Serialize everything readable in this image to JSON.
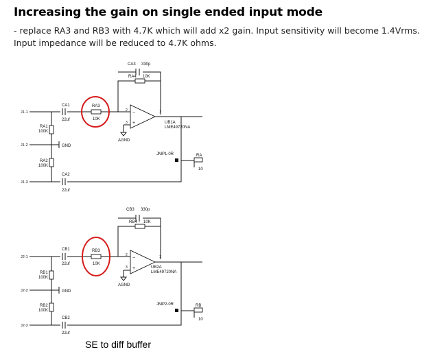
{
  "heading": "Increasing the gain on single ended input mode",
  "paragraph": {
    "line1": "- replace RA3 and RB3 with 4.7K which will add x2 gain. Input sensitivity will become 1.4Vrms.",
    "line2": "Input impedance  will be reduced to 4.7K ohms."
  },
  "schematic_a": {
    "ca3": "CA3",
    "ca3_val": "330p",
    "ra4": "RA4",
    "ra4_val": "10K",
    "ca1": "CA1",
    "ca1_val": "22uf",
    "ra3": "RA3",
    "ra3_val": "10K",
    "ub1a": "UB1A",
    "ub1a_part": "LME49720NA",
    "pin_minus": "2",
    "pin_plus": "3",
    "pin_out": "1",
    "agnd": "AGND",
    "j1_1": "J1-1",
    "j1_2": "J1-2",
    "j1_3": "J1-3",
    "ra1": "RA1",
    "ra1_val": "100K",
    "gnd": "GND",
    "ra2": "RA2",
    "ra2_val": "100K",
    "ca2": "CA2",
    "ca2_val": "22uf",
    "jmp": "JMP1-0R",
    "edge_ref": "RA",
    "edge_val": "10"
  },
  "schematic_b": {
    "cb3": "CB3",
    "cb3_val": "330p",
    "rb4": "RB4",
    "rb4_val": "10K",
    "cb1": "CB1",
    "cb1_val": "22uf",
    "rb3": "RB3",
    "rb3_val": "10K",
    "ub2a": "UB2A",
    "ub2a_part": "LME49720NA",
    "pin_minus": "2",
    "pin_plus": "3",
    "pin_out": "1",
    "agnd": "AGND",
    "j2_1": "J2-1",
    "j2_2": "J2-2",
    "j2_3": "J2-3",
    "rb1": "RB1",
    "rb1_val": "100K",
    "gnd": "GND",
    "rb2": "RB2",
    "rb2_val": "100K",
    "cb2": "CB2",
    "cb2_val": "22uf",
    "jmp": "JMP2-0R",
    "edge_ref": "RB",
    "edge_val": "10"
  },
  "caption": "SE to diff buffer",
  "colors": {
    "highlight": "#d61a1a",
    "ink": "#111111"
  }
}
